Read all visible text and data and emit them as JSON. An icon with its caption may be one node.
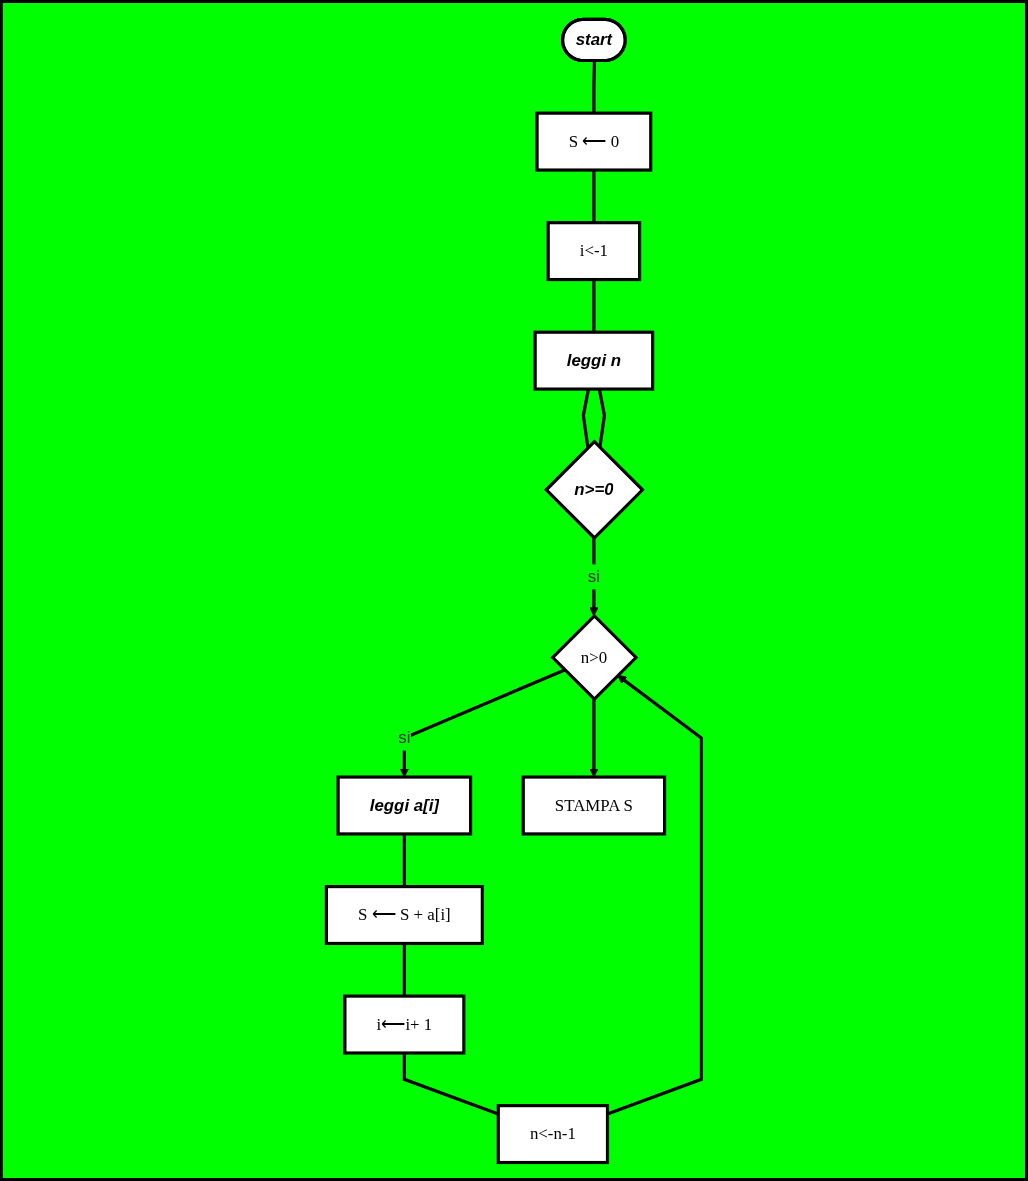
{
  "diagram": {
    "nodes": [
      {
        "text": [
          "start"
        ]
      },
      {
        "text": [
          "S ⟵ 0"
        ]
      },
      {
        "text": [
          "i<-1"
        ]
      },
      {
        "text": [
          "leggi n"
        ]
      },
      {
        "text": [
          "n>=0"
        ]
      },
      {
        "text": [
          "n>0"
        ]
      },
      {
        "text": [
          "leggi  a[i]"
        ]
      },
      {
        "text": [
          "S ⟵ S + a[i]"
        ]
      },
      {
        "text": [
          "i⟵i+ 1"
        ]
      },
      {
        "text": [
          "n<-n-1"
        ]
      },
      {
        "text": [
          "STAMPA S"
        ]
      }
    ],
    "edges": [
      {
        "from": 0,
        "to": 1,
        "arrow": "none"
      },
      {
        "from": 1,
        "to": 2,
        "arrow": "none"
      },
      {
        "from": 2,
        "to": 3,
        "arrow": "none"
      },
      {
        "from": 3,
        "to": 4,
        "arrow": "none"
      },
      {
        "from": 4,
        "to": 3,
        "arrow": "none"
      },
      {
        "from": 4,
        "to": 5,
        "arrow": "to",
        "label": "si"
      },
      {
        "from": 5,
        "to": 6,
        "arrow": "to",
        "label": "si"
      },
      {
        "from": 6,
        "to": 7,
        "arrow": "none"
      },
      {
        "from": 7,
        "to": 8,
        "arrow": "none"
      },
      {
        "from": 8,
        "to": 9,
        "arrow": "none"
      },
      {
        "from": 9,
        "to": 5,
        "arrow": "to"
      },
      {
        "from": 5,
        "to": 10,
        "arrow": "to"
      }
    ]
  }
}
